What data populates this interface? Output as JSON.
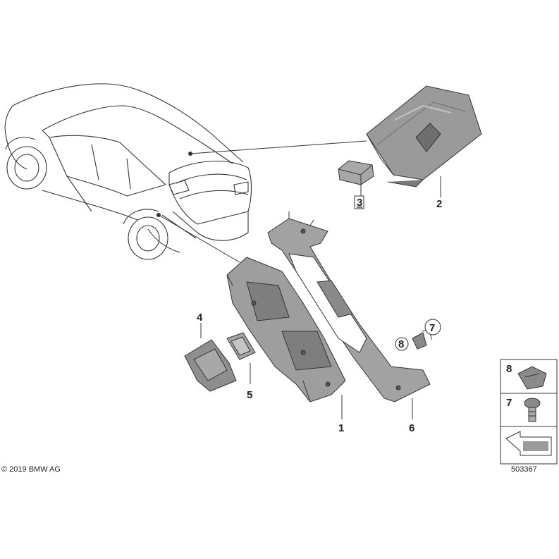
{
  "callouts": {
    "c1": "1",
    "c2": "2",
    "c3": "3",
    "c4": "4",
    "c5": "5",
    "c6": "6",
    "c7": "7",
    "c8": "8"
  },
  "legend": {
    "item8": "8",
    "item7": "7"
  },
  "footer": {
    "copyright": "© 2019 BMW AG",
    "reference": "503367"
  },
  "colors": {
    "line": "#333333",
    "part_fill": "#9a9a9a",
    "part_dark": "#6e6e6e",
    "part_light": "#c4c4c4"
  }
}
